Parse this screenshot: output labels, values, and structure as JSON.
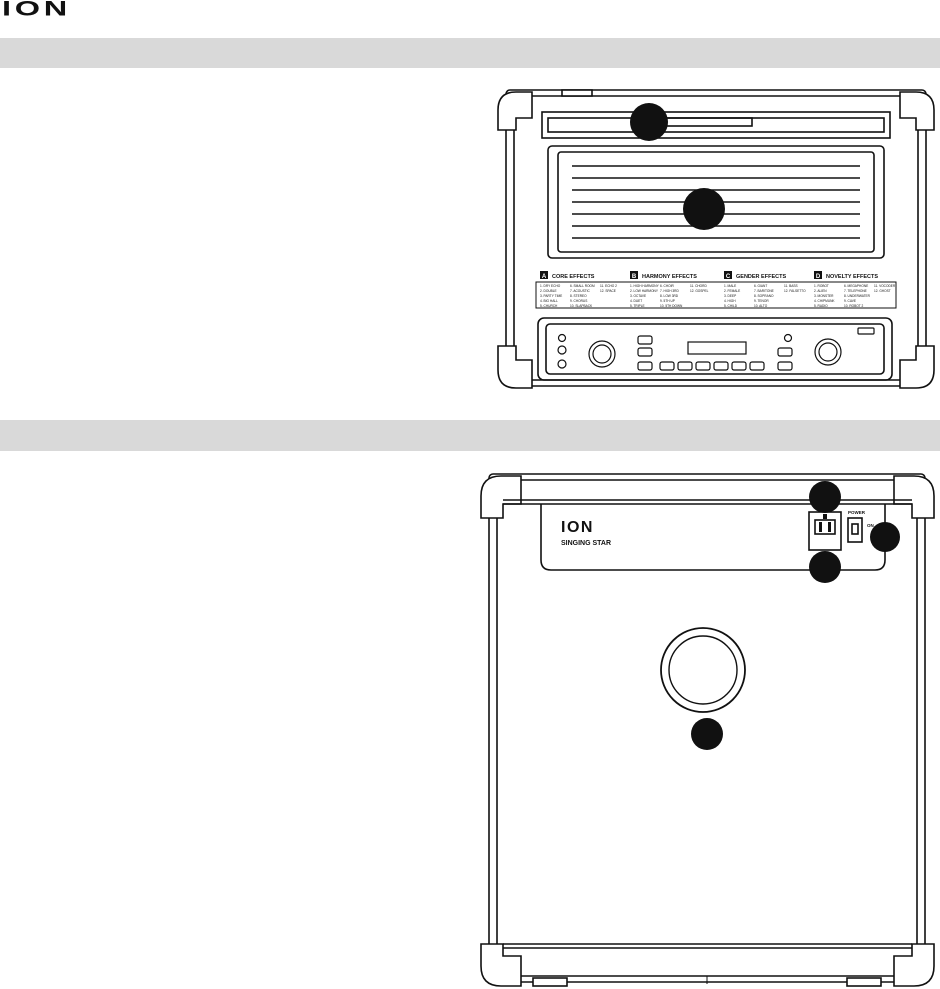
{
  "header": {
    "brand": "ION"
  },
  "front_panel": {
    "callouts": [
      "",
      ""
    ],
    "effect_groups": [
      {
        "letter": "A",
        "title": "CORE EFFECTS",
        "items": [
          "1. DRY ECHO",
          "2. DOUBLE",
          "3. PARTY TIME",
          "4. BIG HALL",
          "5. CHURCH",
          "6. SMALL ROOM",
          "7. ACOUSTIC",
          "8. STEREO",
          "9. CHORUS",
          "10. SLAPBACK",
          "11. ECHO 2",
          "12. SPACE"
        ]
      },
      {
        "letter": "B",
        "title": "HARMONY EFFECTS",
        "items": [
          "1. HIGH HARMONY",
          "2. LOW HARMONY",
          "3. OCTAVE",
          "4. DUET",
          "5. TRIPLE",
          "6. CHOIR",
          "7. HIGH 3RD",
          "8. LOW 3RD",
          "9. 5TH UP",
          "10. 5TH DOWN",
          "11. CHORD",
          "12. GOSPEL"
        ]
      },
      {
        "letter": "C",
        "title": "GENDER EFFECTS",
        "items": [
          "1. MALE",
          "2. FEMALE",
          "3. DEEP",
          "4. HIGH",
          "5. CHILD",
          "6. GIANT",
          "7. BARITONE",
          "8. SOPRANO",
          "9. TENOR",
          "10. ALTO",
          "11. BASS",
          "12. FALSETTO"
        ]
      },
      {
        "letter": "D",
        "title": "NOVELTY EFFECTS",
        "items": [
          "1. ROBOT",
          "2. ALIEN",
          "3. MONSTER",
          "4. CHIPMUNK",
          "5. RADIO",
          "6. MEGAPHONE",
          "7. TELEPHONE",
          "8. UNDERWATER",
          "9. CAVE",
          "10. ROBOT 2",
          "11. VOCODER",
          "12. GHOST"
        ]
      }
    ]
  },
  "back_panel": {
    "brand": "ION",
    "model": "SINGING STAR",
    "power_label": "POWER",
    "switch_on": "ON",
    "callouts": [
      "",
      "",
      "",
      ""
    ]
  }
}
